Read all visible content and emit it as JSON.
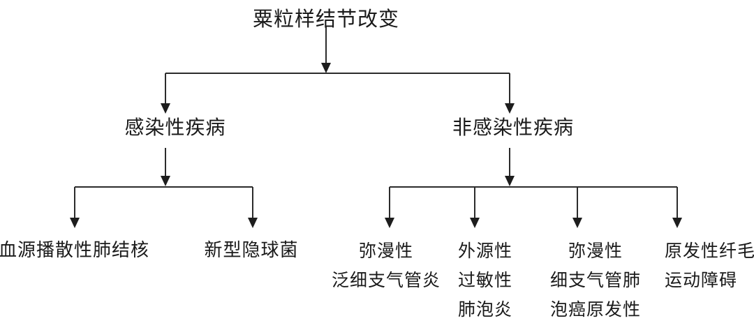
{
  "colors": {
    "background": "#ffffff",
    "text": "#1a1a1a",
    "line": "#2b2b2b"
  },
  "tree": {
    "root": "粟粒样结节改变",
    "left": {
      "label": "感染性疾病",
      "children": [
        {
          "lines": [
            "血源播散性肺结核"
          ]
        },
        {
          "lines": [
            "新型隐球菌"
          ]
        }
      ]
    },
    "right": {
      "label": "非感染性疾病",
      "children": [
        {
          "lines": [
            "弥漫性",
            "泛细支气管炎"
          ]
        },
        {
          "lines": [
            "外源性",
            "过敏性",
            "肺泡炎"
          ]
        },
        {
          "lines": [
            "弥漫性",
            "细支气管肺",
            "泡癌原发性"
          ]
        },
        {
          "lines": [
            "原发性纤毛",
            "运动障碍"
          ]
        }
      ]
    }
  }
}
